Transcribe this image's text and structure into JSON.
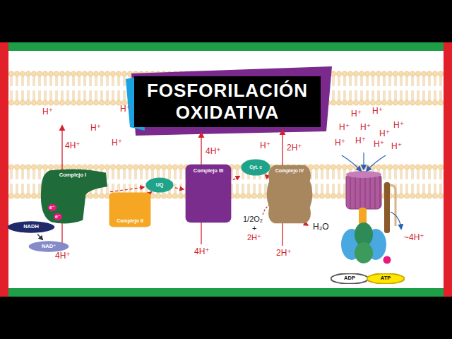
{
  "diagram": {
    "title": "FOSFORILACIÓN OXIDATIVA",
    "nodes": [
      {
        "text": [
          "Complejo I"
        ]
      },
      {
        "text": [
          "Complejo II"
        ]
      },
      {
        "text": [
          "UQ"
        ]
      },
      {
        "text": [
          "Complejo III"
        ]
      },
      {
        "text": [
          "Cyt. c"
        ]
      },
      {
        "text": [
          "Complejo IV"
        ]
      },
      {
        "text": [
          "NADH"
        ]
      },
      {
        "text": [
          "NAD⁺"
        ]
      },
      {
        "text": [
          "ADP"
        ]
      },
      {
        "text": [
          "ATP"
        ]
      }
    ],
    "edges": [
      {
        "from": 0,
        "to": 2,
        "arrow": "to"
      },
      {
        "from": 1,
        "to": 2,
        "arrow": "to"
      },
      {
        "from": 2,
        "to": 3,
        "arrow": "to"
      },
      {
        "from": 3,
        "to": 4,
        "arrow": "to"
      },
      {
        "from": 4,
        "to": 5,
        "arrow": "to"
      },
      {
        "from": 6,
        "to": 7,
        "arrow": "to"
      },
      {
        "from": 8,
        "to": 9,
        "arrow": "to"
      }
    ],
    "labels": [
      "H⁺",
      "H⁺",
      "H⁺",
      "H⁺",
      "4H⁺",
      "4H⁺",
      "H⁺",
      "2H⁺",
      "H⁺",
      "H⁺",
      "H⁺",
      "H⁺",
      "H⁺",
      "H⁺",
      "H⁺",
      "H⁺",
      "H⁺",
      "H⁺",
      "e⁻",
      "e⁻",
      "4H⁺",
      "4H⁺",
      "1/2O₂",
      "+",
      "2H⁺",
      "H₂O",
      "2H⁺",
      "~4H⁺"
    ]
  }
}
